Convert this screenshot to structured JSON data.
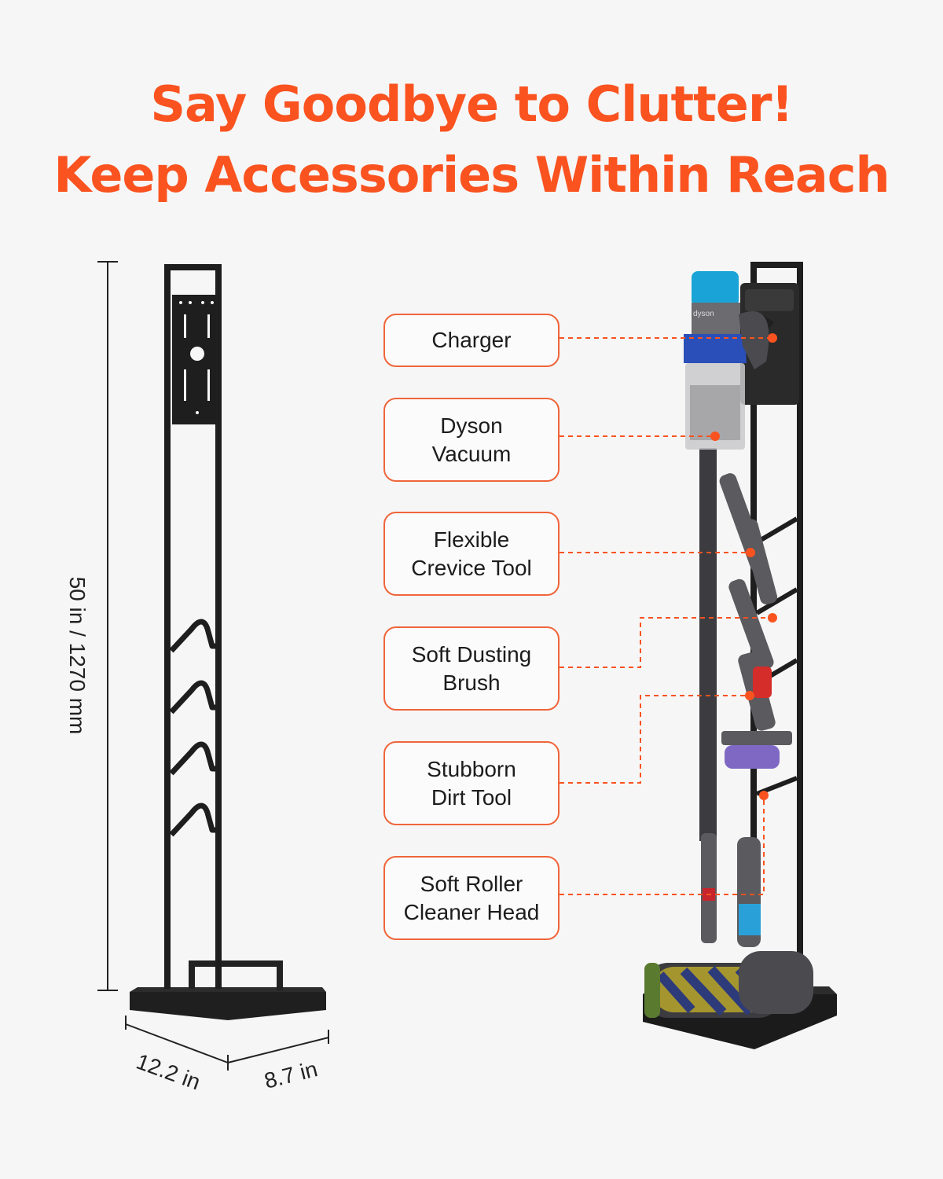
{
  "headline": {
    "line1": "Say Goodbye to Clutter!",
    "line2": "Keep Accessories Within Reach"
  },
  "dimensions": {
    "height": "50 in / 1270 mm",
    "depth": "12.2 in",
    "width": "8.7 in"
  },
  "labels": [
    {
      "text": "Charger"
    },
    {
      "text": "Dyson\nVacuum"
    },
    {
      "text": "Flexible\nCrevice Tool"
    },
    {
      "text": "Soft Dusting\nBrush"
    },
    {
      "text": "Stubborn\nDirt Tool"
    },
    {
      "text": "Soft Roller\nCleaner Head"
    }
  ],
  "vacuum_brand_text": "dyson",
  "colors": {
    "accent": "#fa5320",
    "stand": "#1e1e1e",
    "vacuum_body": "#5a5a5f",
    "bin_blue": "#1aa3d6",
    "cyclone_blue": "#2a4fb8"
  }
}
